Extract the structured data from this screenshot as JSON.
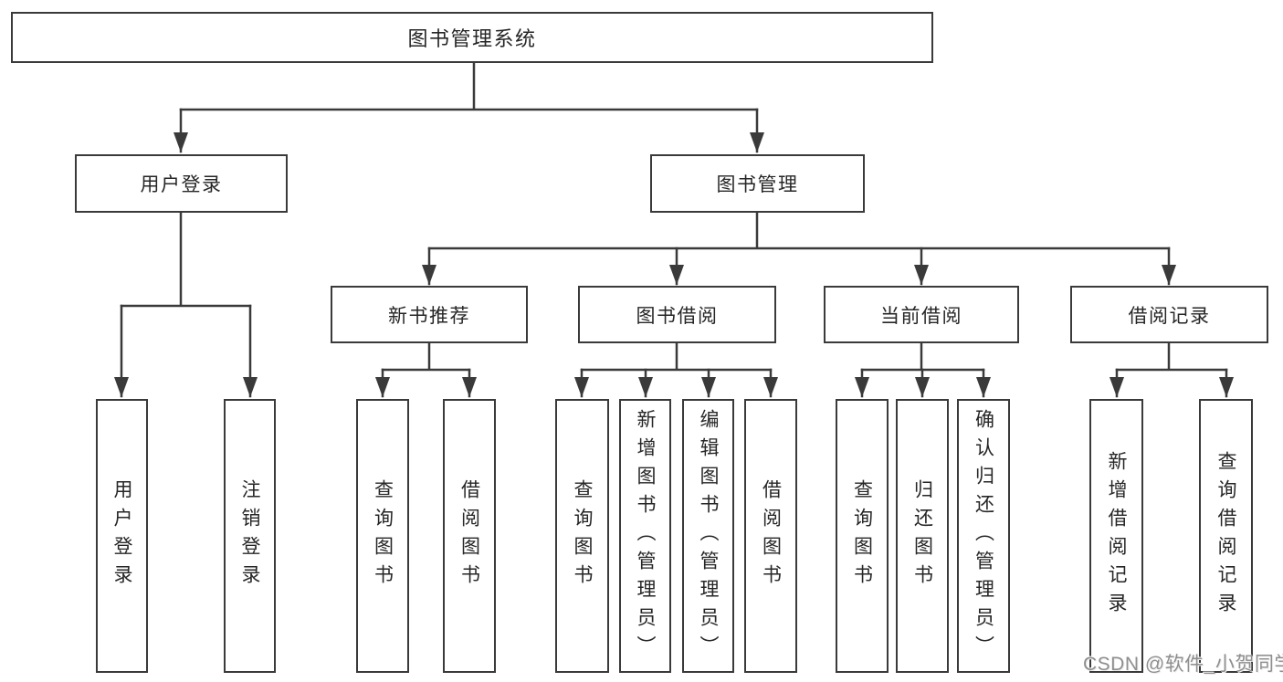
{
  "diagram": {
    "root": {
      "label": "图书管理系统"
    },
    "user_login": {
      "label": "用户登录",
      "children": [
        {
          "label": "用户登录"
        },
        {
          "label": "注销登录"
        }
      ]
    },
    "book_management": {
      "label": "图书管理",
      "children": [
        {
          "label": "新书推荐",
          "children": [
            {
              "label": "查询图书"
            },
            {
              "label": "借阅图书"
            }
          ]
        },
        {
          "label": "图书借阅",
          "children": [
            {
              "label": "查询图书"
            },
            {
              "label": "新增图书（管理员）"
            },
            {
              "label": "编辑图书（管理员）"
            },
            {
              "label": "借阅图书"
            }
          ]
        },
        {
          "label": "当前借阅",
          "children": [
            {
              "label": "查询图书"
            },
            {
              "label": "归还图书"
            },
            {
              "label": "确认归还（管理员）"
            }
          ]
        },
        {
          "label": "借阅记录",
          "children": [
            {
              "label": "新增借阅记录"
            },
            {
              "label": "查询借阅记录"
            }
          ]
        }
      ]
    }
  },
  "watermark": {
    "text": "CSDN @软件_小贺同学"
  },
  "colors": {
    "line": "#3a3a3a",
    "text": "#262626",
    "watermark": "#8f8f8f",
    "background": "#ffffff"
  }
}
